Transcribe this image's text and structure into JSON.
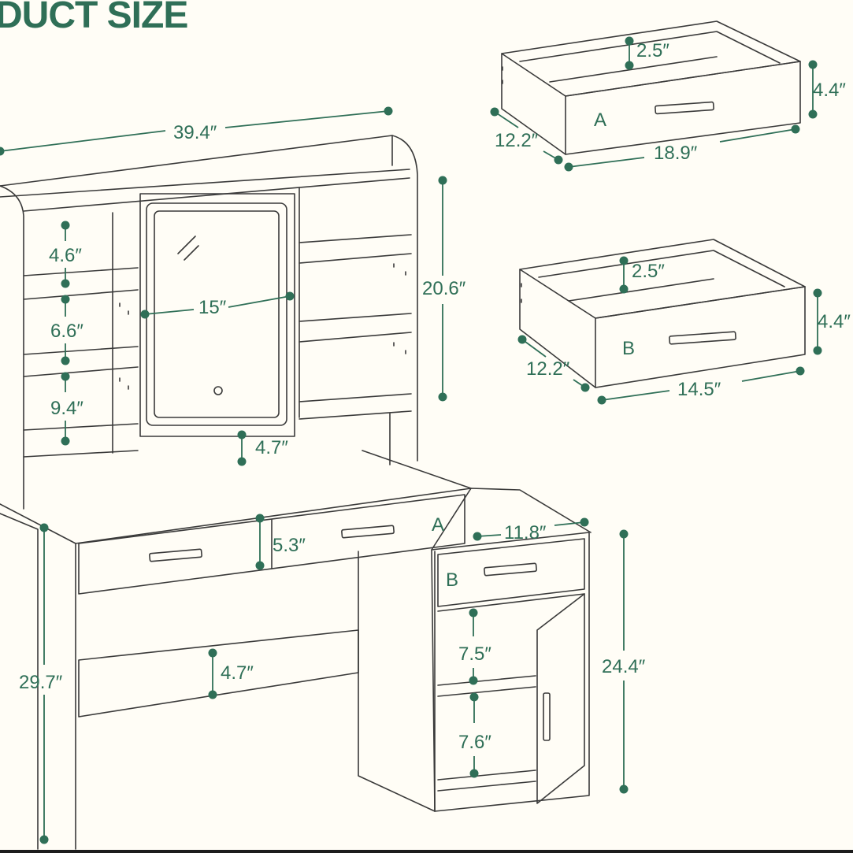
{
  "title": "DUCT SIZE",
  "colors": {
    "accent": "#2f6f57",
    "outline": "#3a3a3a",
    "background": "#fffdf6"
  },
  "dimensions": {
    "total_width": "39.4″",
    "hutch_height": "20.6″",
    "shelf_1": "4.6″",
    "shelf_2": "6.6″",
    "shelf_3": "9.4″",
    "mirror_width": "15″",
    "hutch_gap": "4.7″",
    "drawer_height": "5.3″",
    "knee_space": "4.7″",
    "table_height": "29.7″",
    "cabinet_width": "11.8″",
    "cabinet_height": "24.4″",
    "cabinet_shelf_1": "7.5″",
    "cabinet_shelf_2": "7.6″",
    "drawer_a_depth": "2.5″",
    "drawer_a_height": "4.4″",
    "drawer_a_side": "12.2″",
    "drawer_a_width": "18.9″",
    "drawer_b_depth": "2.5″",
    "drawer_b_height": "4.4″",
    "drawer_b_side": "12.2″",
    "drawer_b_width": "14.5″"
  },
  "drawer_labels": {
    "a": "A",
    "b": "B"
  }
}
